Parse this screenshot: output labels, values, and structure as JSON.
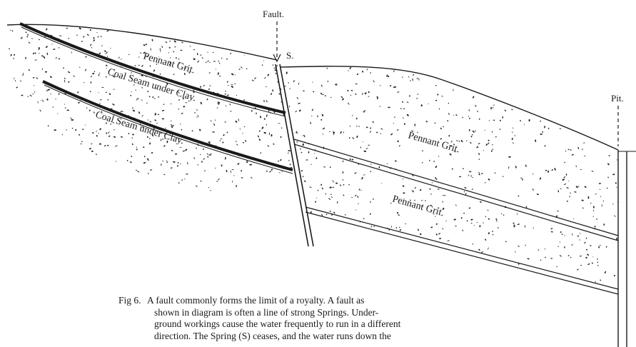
{
  "labels": {
    "fault": "Fault.",
    "spring": "S.",
    "pit": "Pit.",
    "pennant_grit_upper_left": "Pennant Grit.",
    "coal_seam_1": "Coal Seam under Clay.",
    "coal_seam_2": "Coal Seam under Clay.",
    "pennant_grit_right_upper": "Pennant Grit.",
    "pennant_grit_right_lower": "Pennant Grit."
  },
  "caption": {
    "fig": "Fig 6.",
    "line1": "A fault commonly forms the limit of a royalty.  A fault as",
    "line2": "shown in diagram is often a line of strong Springs.  Under-",
    "line3": "ground workings cause the water frequently to run in a different",
    "line4": "direction.   The Spring (S) ceases, and the water runs down the"
  }
}
